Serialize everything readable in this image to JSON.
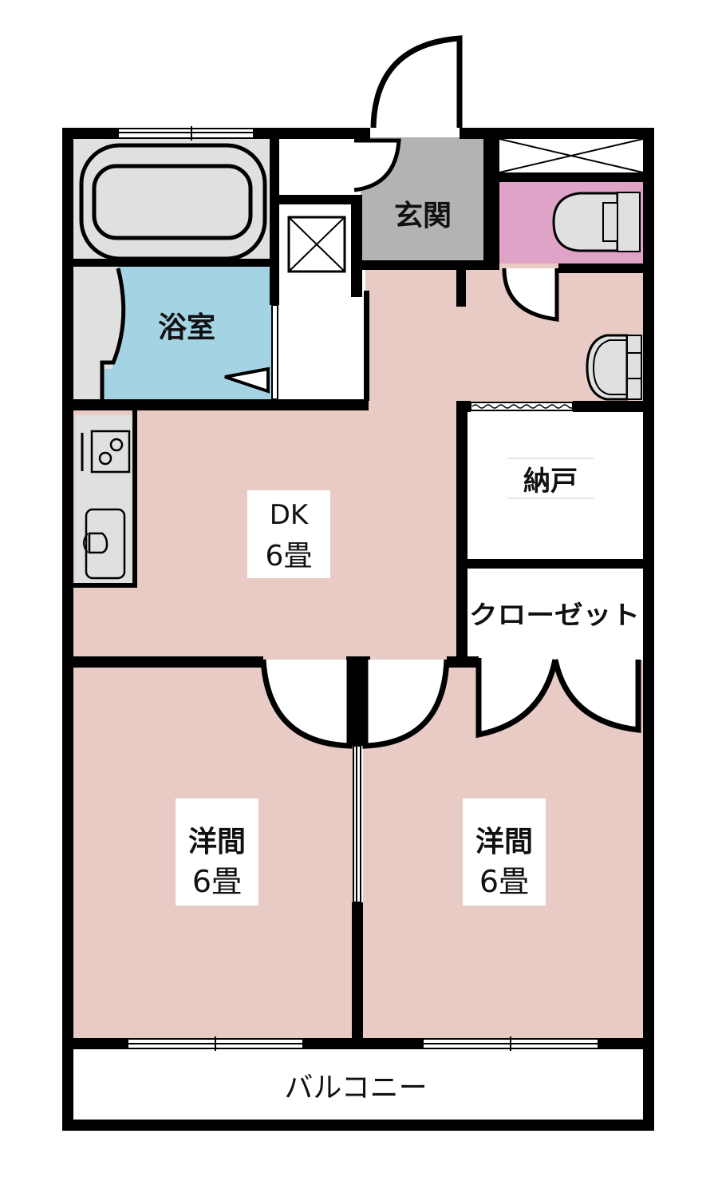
{
  "colors": {
    "wall": "#000000",
    "living_floor": "#e8cbc4",
    "bath": "#a4d4e4",
    "genkan": "#b3b3b3",
    "toilet": "#e0a3c8",
    "fixture_gray": "#e0e0e0",
    "white": "#ffffff"
  },
  "rooms": {
    "bath": {
      "label": "浴室"
    },
    "genkan": {
      "label": "玄関"
    },
    "dk": {
      "label": "DK",
      "size": "6畳"
    },
    "storage": {
      "label": "納戸"
    },
    "closet": {
      "label": "クローゼット"
    },
    "western_left": {
      "label": "洋間",
      "size": "6畳"
    },
    "western_right": {
      "label": "洋間",
      "size": "6畳"
    },
    "balcony": {
      "label": "バルコニー"
    }
  },
  "fixtures": {
    "bathtub": "bathtub-icon",
    "washing_machine_space": "washer-space-icon",
    "toilet": "toilet-icon",
    "washbasin": "washbasin-icon",
    "stove": "stove-icon",
    "sink": "sink-icon",
    "shoe_cabinet": "shoe-cabinet-icon"
  }
}
